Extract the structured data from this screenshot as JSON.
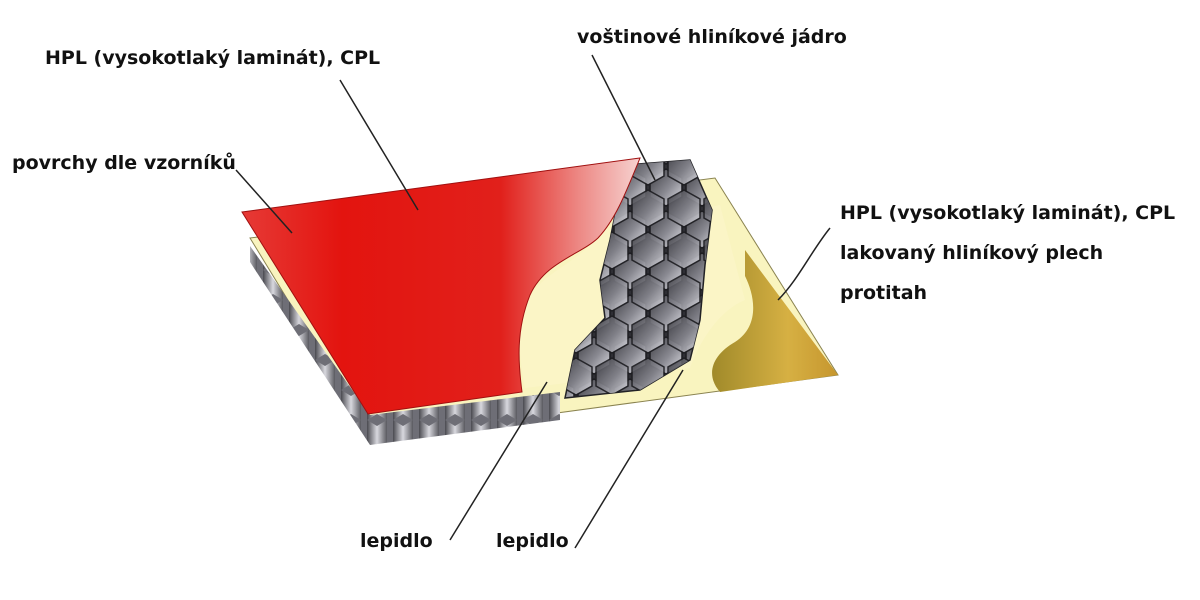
{
  "labels": {
    "top_laminate": "HPL (vysokotlaký laminát), CPL",
    "surfaces": "povrchy dle vzorníků",
    "core": "voštinové hliníkové jádro",
    "bottom_laminate": "HPL (vysokotlaký laminát), CPL",
    "bottom_sheet": "lakovaný hliníkový plech",
    "counter_pull": "protitah",
    "glue_left": "lepidlo",
    "glue_right": "lepidlo"
  },
  "colors": {
    "top_layer": "#e51d1c",
    "glue": "#f9f3b8",
    "bottom_layer": "#c9a23a",
    "honeycomb": "#7a7a80"
  }
}
